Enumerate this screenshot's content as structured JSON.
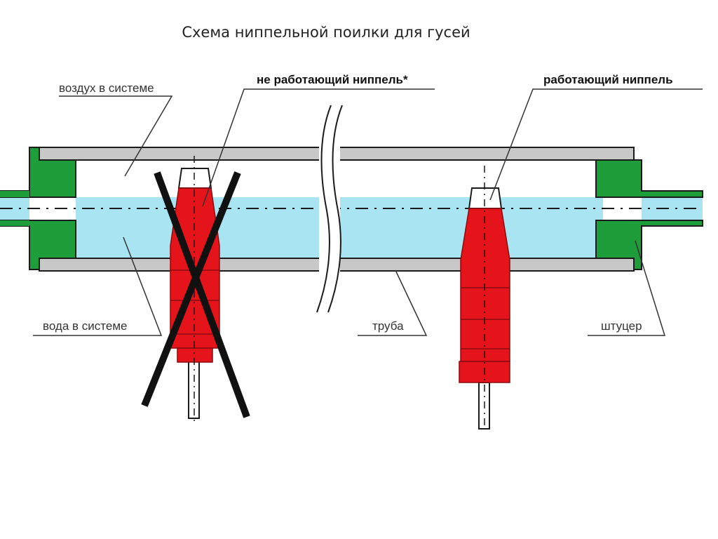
{
  "title": "Схема ниппельной поилки для гусей",
  "labels": {
    "air": "воздух в системе",
    "water": "вода в системе",
    "pipe": "труба",
    "fitting": "штуцер",
    "not_working": "не работающий ниппель*",
    "working": "работающий ниппель"
  },
  "colors": {
    "water": "#a8e4f2",
    "pipe_wall": "#c8c8c8",
    "fitting": "#1e9e3a",
    "nipple": "#e5141b",
    "cross": "#111111",
    "leader": "#333333"
  }
}
